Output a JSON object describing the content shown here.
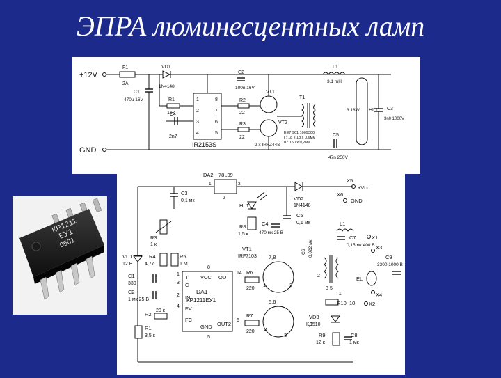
{
  "slide": {
    "title": "ЭПРА люминесцентных ламп"
  },
  "top_schematic": {
    "supply": "+12V",
    "ground": "GND",
    "f1": {
      "ref": "F1",
      "value": "2A"
    },
    "vd1": {
      "ref": "VD1",
      "value": "1N4148"
    },
    "c1": {
      "ref": "C1",
      "value": "470u 16V"
    },
    "r1": {
      "ref": "R1",
      "value": "15k"
    },
    "c4": {
      "ref": "C4",
      "value": "2n7"
    },
    "ic": {
      "ref": "IR2153S",
      "pins": [
        "1",
        "2",
        "3",
        "4",
        "5",
        "6",
        "7",
        "8"
      ]
    },
    "c2": {
      "ref": "C2",
      "value": "100n 16V"
    },
    "r2": {
      "ref": "R2",
      "value": "22"
    },
    "r3": {
      "ref": "R3",
      "value": "22"
    },
    "vt1": "VT1",
    "vt2": "VT2",
    "transistors": "2 x IRFZ44S",
    "t1": "T1",
    "t1_notes": [
      "EE7 961 1009300",
      "I : 18 x 18 x 0,6мм",
      "II : 150 x 0,2мм"
    ],
    "l1": {
      "ref": "L1",
      "value": "3.1 mH"
    },
    "lamp": {
      "ref": "HL1",
      "value": "3.18W"
    },
    "c3": {
      "ref": "C3",
      "value": "3n0 1000V"
    },
    "c5": {
      "ref": "C5",
      "value": "47n 250V"
    }
  },
  "bottom_schematic": {
    "da2": {
      "ref": "DA2",
      "value": "78L09"
    },
    "da2_pins": [
      "1",
      "3",
      "2"
    ],
    "c3": {
      "ref": "C3",
      "value": "0,1 мк"
    },
    "hl1": "HL1",
    "vd2": {
      "ref": "VD2",
      "value": "1N4148"
    },
    "x5": "X5",
    "vcc": "+Vcc",
    "x6": "X6",
    "gnd": "GND",
    "c5": {
      "ref": "C5",
      "value": "0,1 мк"
    },
    "r8": {
      "ref": "R8",
      "value": "1,5 к"
    },
    "c4": {
      "ref": "C4",
      "value": "470 мк 25 В"
    },
    "c6": {
      "ref": "C6",
      "value": "0,022 мк"
    },
    "l1": "L1",
    "c7": {
      "ref": "C7",
      "value": "0,15 мк 400 В"
    },
    "x1": "X1",
    "x3": "X3",
    "c9": {
      "ref": "C9",
      "value": "3300 1000 В"
    },
    "el": "EL",
    "x4": "X4",
    "x2": "X2",
    "r3": {
      "ref": "R3",
      "value": "1 к"
    },
    "vd1": {
      "ref": "VD1",
      "value": "12 В"
    },
    "r4": {
      "ref": "R4",
      "value": "4,7к"
    },
    "r5": {
      "ref": "R5",
      "value": "1 M"
    },
    "c1": {
      "ref": "C1",
      "value": "330"
    },
    "c2": {
      "ref": "C2",
      "value": "1 мк 25 В"
    },
    "r2": {
      "ref": "R2",
      "value": "20 к"
    },
    "r1": {
      "ref": "R1",
      "value": "3,5 к"
    },
    "vt1": {
      "ref": "VT1",
      "value": "IRF7103"
    },
    "vt1_pins": [
      "7,8",
      "1",
      "2",
      "5,6",
      "3",
      "4"
    ],
    "r6": {
      "ref": "R6",
      "value": "220"
    },
    "r7": {
      "ref": "R7",
      "value": "220"
    },
    "da1": {
      "ref": "DA1",
      "value": "КР1211ЕУ1"
    },
    "da1_pins": {
      "t": "T",
      "vcc": "VCC",
      "out": "OUT",
      "c": "C",
      "in": "IN",
      "fv": "FV",
      "fc": "FC",
      "gnd": "GND",
      "out2": "OUT2"
    },
    "da1_pin_numbers": [
      "8",
      "14",
      "1",
      "3",
      "2",
      "4",
      "5",
      "6"
    ],
    "t1": "T1",
    "t1_pins": [
      "2",
      "3",
      "5"
    ],
    "r10": {
      "ref": "R10",
      "value": "10"
    },
    "vd3": {
      "ref": "VD3",
      "value": "КД510"
    },
    "r9": {
      "ref": "R9",
      "value": "12 к"
    },
    "c8": {
      "ref": "C8",
      "value": "1 мк"
    }
  },
  "chip_photo": {
    "line1": "КР1211",
    "line2": "ЕУ1",
    "line3": "0501"
  }
}
